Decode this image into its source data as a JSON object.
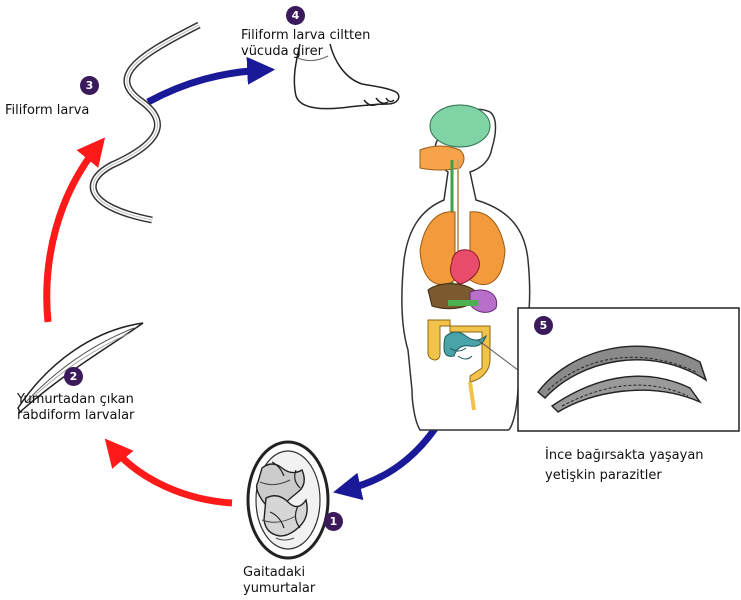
{
  "steps": [
    {
      "number": "1",
      "label_lines": [
        "Gaitadaki",
        "yumurtalar"
      ]
    },
    {
      "number": "2",
      "label_lines": [
        "Yumurtadan çıkan",
        "rabdiform larvalar"
      ]
    },
    {
      "number": "3",
      "label_lines": [
        "Filiform larva"
      ]
    },
    {
      "number": "4",
      "label_lines": [
        "Filiform larva ciltten",
        "vücuda girer"
      ]
    },
    {
      "number": "5",
      "label_lines": [
        "İnce bağırsakta yaşayan",
        "yetişkin parazitler"
      ]
    }
  ],
  "colors": {
    "badge": "#3b1a5c",
    "arrow_red": "#ff1a1a",
    "arrow_blue": "#1a1a99",
    "brain": "#7fd3a5",
    "lungs": "#f39a3c",
    "heart": "#e84c6a",
    "liver": "#7a5a2e",
    "stomach": "#b76fc9",
    "large_intestine": "#f3c24a",
    "small_intestine": "#4aa3a8",
    "pancreas": "#4caf50"
  },
  "icons": [
    "filiform-larva-icon",
    "rhabditiform-larva-icon",
    "egg-icon",
    "foot-icon",
    "human-body-icon",
    "adult-worm-icon"
  ]
}
